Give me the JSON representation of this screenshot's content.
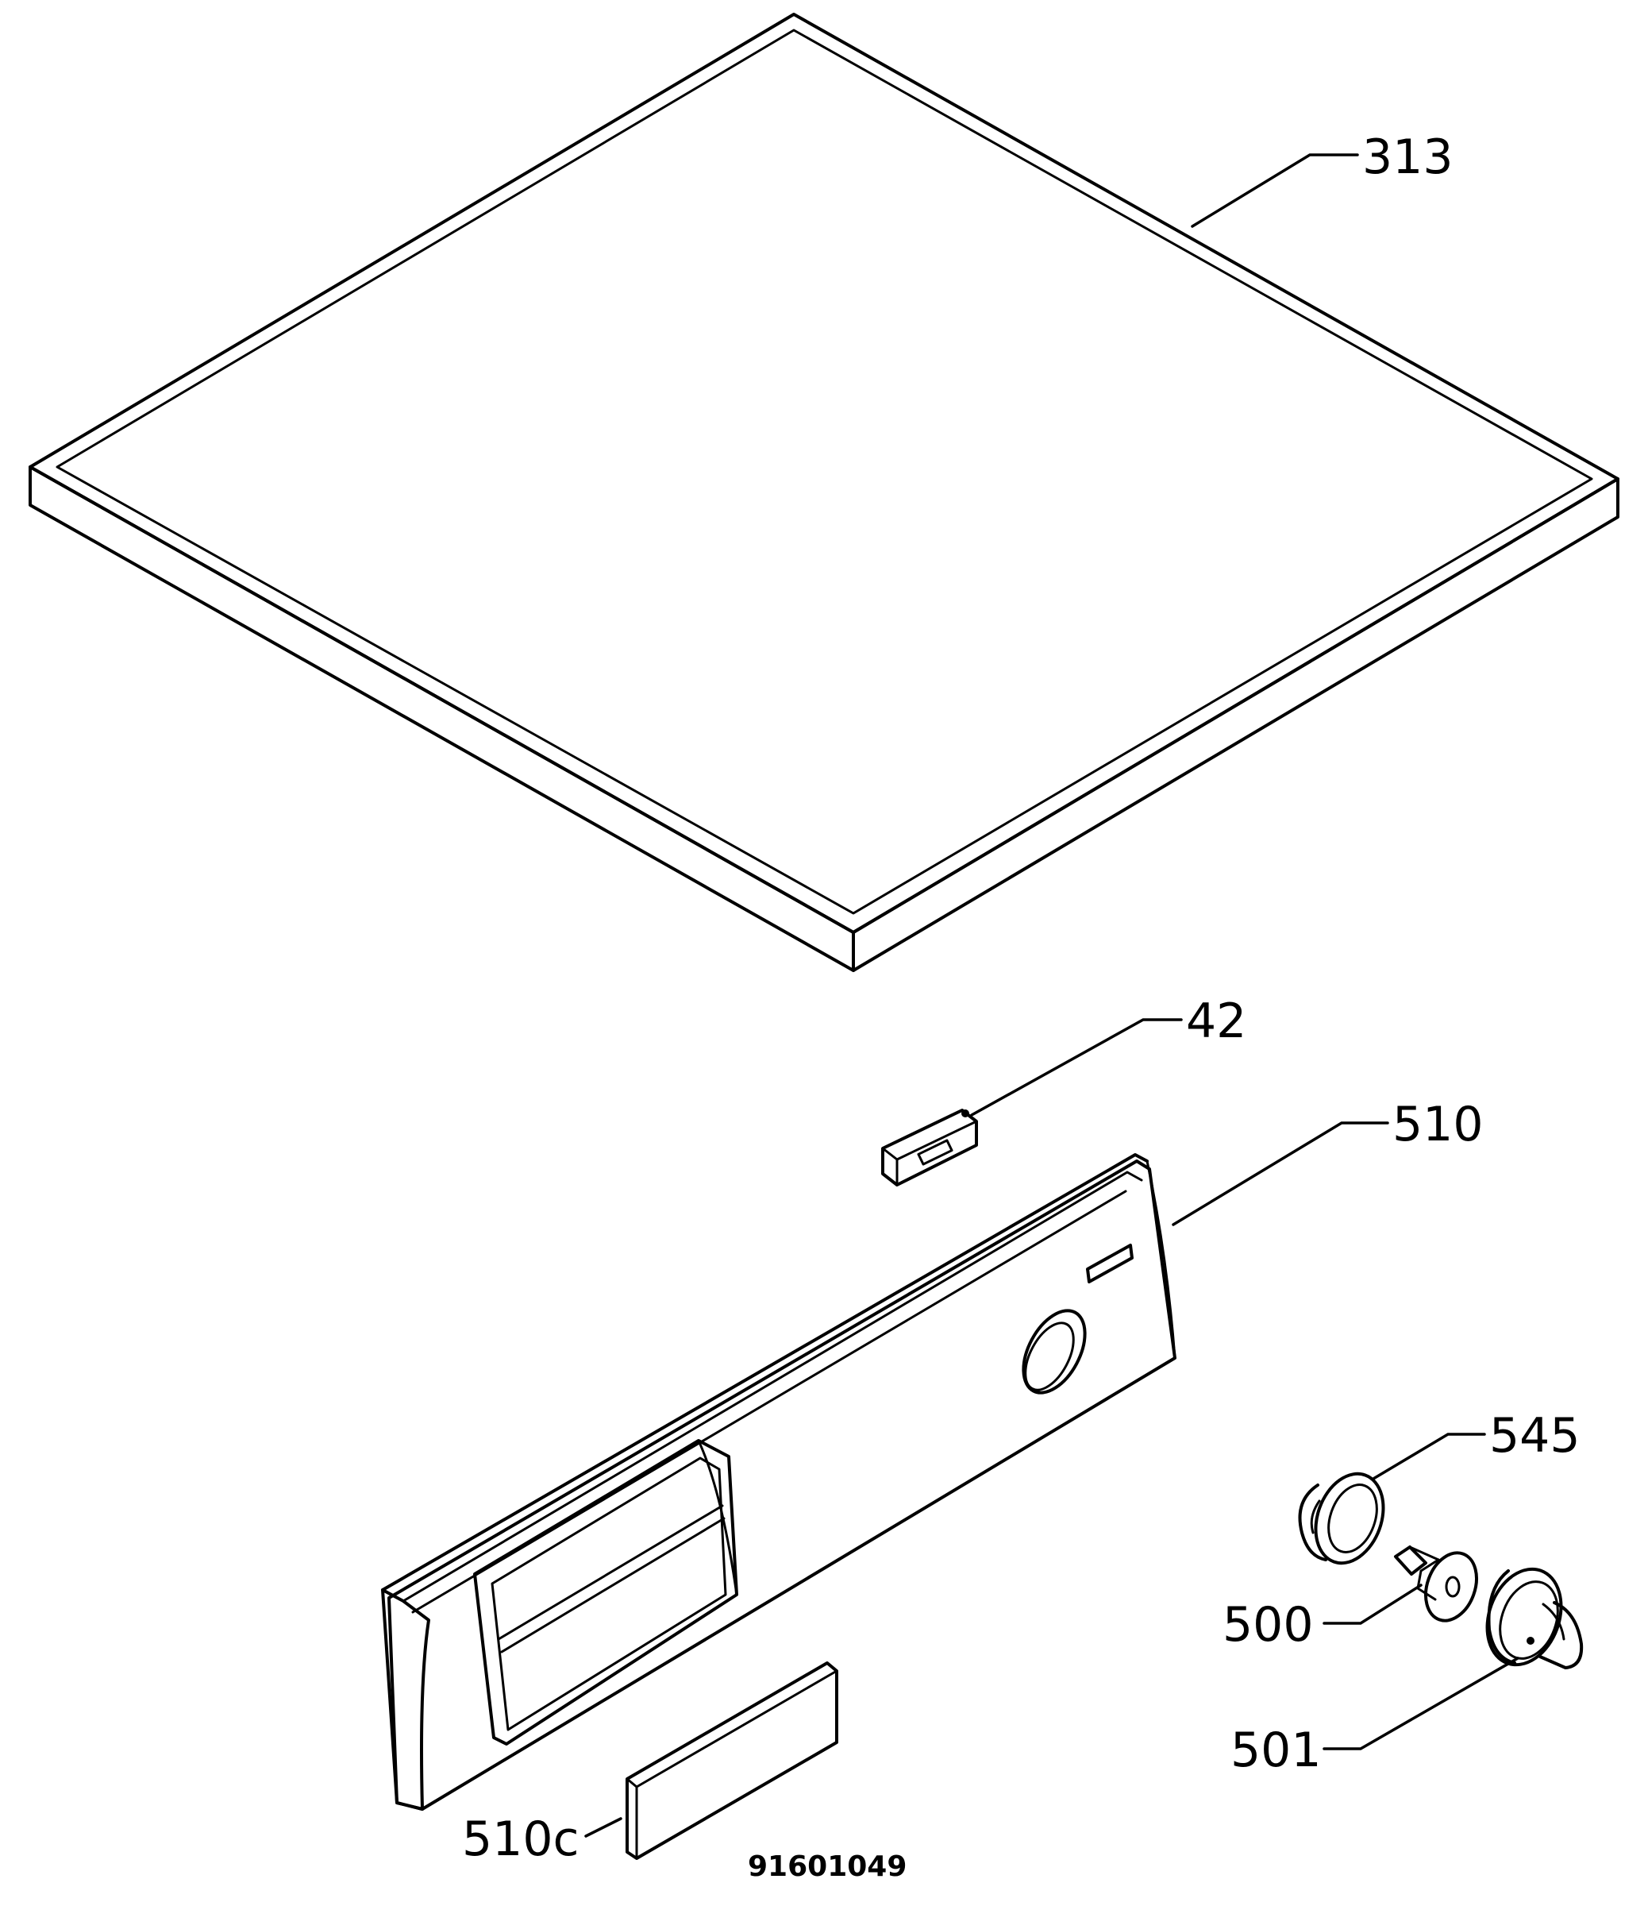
{
  "diagram": {
    "callouts": {
      "p313": "313",
      "p42": "42",
      "p510": "510",
      "p545": "545",
      "p500": "500",
      "p501": "501",
      "p510c": "510c"
    },
    "document_number": "91601049"
  }
}
